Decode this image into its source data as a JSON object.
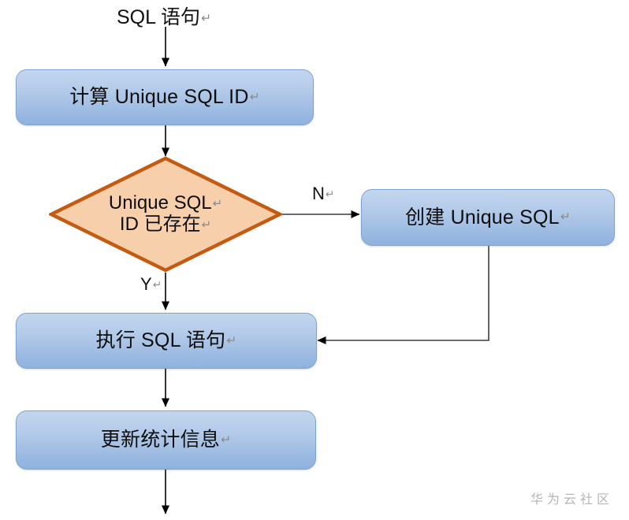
{
  "diagram": {
    "title": "SQL Unique SQL ID flowchart",
    "background": "#ffffff",
    "colors": {
      "process_fill_top": "#c3d6ee",
      "process_fill_bottom": "#8fb2de",
      "process_border": "#7fa3cf",
      "decision_fill": "#f8cfab",
      "decision_border": "#c55a11",
      "connector": "#000000",
      "text": "#0d0d0d",
      "watermark": "#b5b5b5"
    },
    "entry_label": {
      "text": "SQL 语句",
      "mark": "↵"
    },
    "nodes": [
      {
        "id": "calc",
        "type": "process",
        "text": "计算 Unique SQL ID",
        "mark": "↵"
      },
      {
        "id": "exists",
        "type": "decision",
        "line1": "Unique SQL",
        "line2": "ID 已存在",
        "mark": "↵"
      },
      {
        "id": "create",
        "type": "process",
        "text": "创建 Unique SQL",
        "mark": "↵"
      },
      {
        "id": "execute",
        "type": "process",
        "text": "执行  SQL  语句",
        "mark": "↵"
      },
      {
        "id": "update",
        "type": "process",
        "text": "更新统计信息",
        "mark": "↵"
      }
    ],
    "edge_labels": [
      {
        "id": "no",
        "text": "N",
        "mark": "↵"
      },
      {
        "id": "yes",
        "text": "Y",
        "mark": "↵"
      }
    ]
  },
  "watermark": {
    "text": "华为云社区"
  }
}
